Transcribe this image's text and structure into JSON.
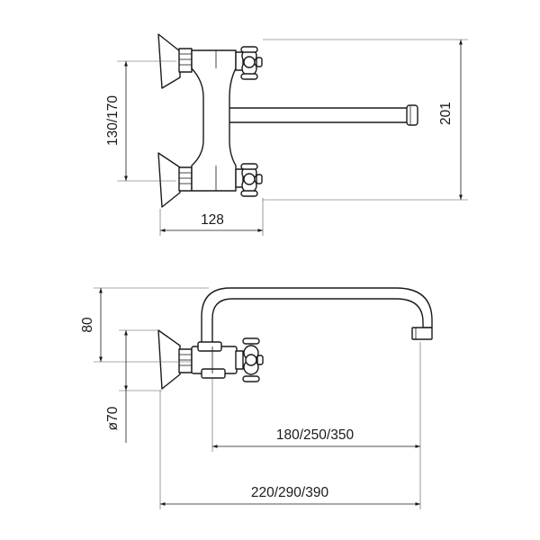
{
  "dimensions": {
    "mount_spacing": "130/170",
    "height": "201",
    "body_width": "128",
    "spout_rise": "80",
    "flange_diameter": "ø70",
    "spout_reach": "180/250/350",
    "overall_length": "220/290/390"
  },
  "colors": {
    "line": "#1a1a1a",
    "background": "#ffffff"
  }
}
